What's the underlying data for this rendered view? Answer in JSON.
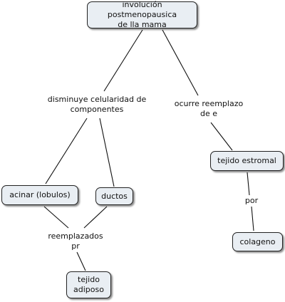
{
  "concepts": {
    "root": "involución postmenopausica\nde lla mama",
    "acinar": "acinar (lobulos)",
    "ductos": "ductos",
    "tejido_adiposo": "tejido\nadiposo",
    "tejido_estromal": "tejido estromal",
    "colageno": "colageno"
  },
  "linking_phrases": {
    "disminuye": "disminuye celularidad de\ncomponentes",
    "ocurre": "ocurre reemplazo\nde e",
    "reemplazados": "reemplazados\npr",
    "por": "por"
  },
  "colors": {
    "node_fill": "#e9eef3",
    "node_border": "#222222",
    "line": "#111111"
  }
}
